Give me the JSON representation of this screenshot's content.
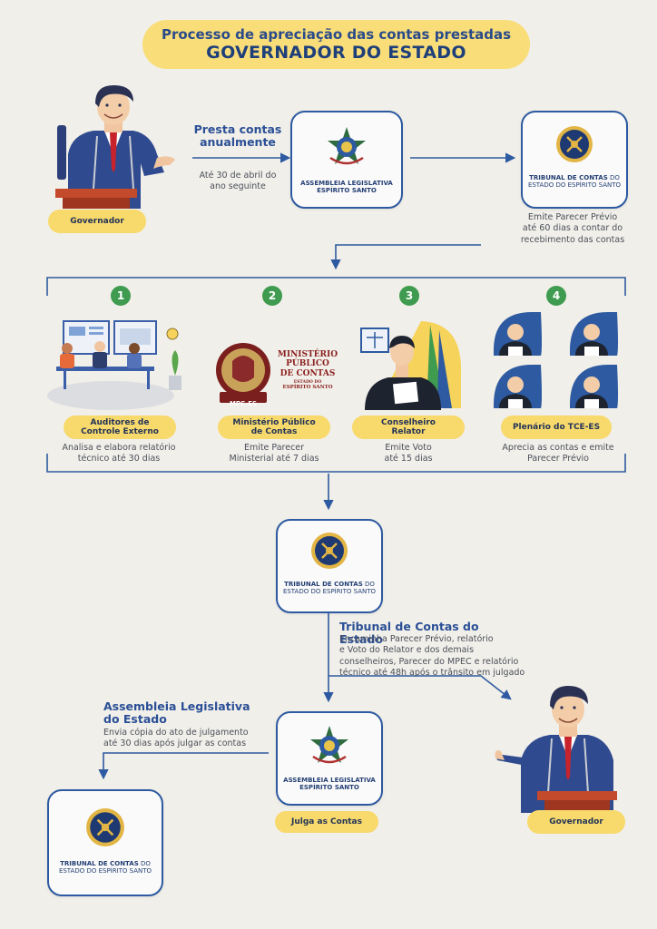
{
  "title": {
    "line1": "Processo de apreciação das contas prestadas",
    "line2": "GOVERNADOR DO ESTADO"
  },
  "governador_top": {
    "label": "Governador"
  },
  "step_presta": {
    "heading_line1": "Presta contas",
    "heading_line2": "anualmente",
    "desc_line1": "Até 30 de abril do",
    "desc_line2": "ano seguinte"
  },
  "assembleia_card": {
    "line1": "ASSEMBLEIA LEGISLATIVA",
    "line2": "ESPÍRITO SANTO"
  },
  "tribunal_card": {
    "line1_bold": "TRIBUNAL DE CONTAS",
    "line1_rest": " DO",
    "line2": "ESTADO DO ESPÍRITO SANTO"
  },
  "step_emite": {
    "line1": "Emite Parecer Prévio",
    "line2": "até 60 dias a contar do",
    "line3": "recebimento das contas"
  },
  "stages": [
    {
      "number": "1",
      "label_line1": "Auditores de",
      "label_line2": "Controle Externo",
      "desc_line1": "Analisa e elabora relatório",
      "desc_line2": "técnico  até 30 dias"
    },
    {
      "number": "2",
      "label_line1": "Ministério Público",
      "label_line2": "de Contas",
      "desc_line1": "Emite Parecer",
      "desc_line2": "Ministerial até 7 dias"
    },
    {
      "number": "3",
      "label_line1": "Conselheiro",
      "label_line2": "Relator",
      "desc_line1": "Emite Voto",
      "desc_line2": "até 15 dias"
    },
    {
      "number": "4",
      "label_line1": "Plenário do TCE-ES",
      "label_line2": "",
      "desc_line1": "Aprecia as contas e emite",
      "desc_line2": "Parecer Prévio"
    }
  ],
  "mpc_logo": {
    "line1": "MINISTÉRIO",
    "line2": "PÚBLICO",
    "line3": "DE CONTAS",
    "line4": "ESTADO DO",
    "line5": "ESPÍRITO SANTO",
    "badge": "MPC-ES"
  },
  "step_encaminha": {
    "heading": "Tribunal de Contas do Estado",
    "line1": "Encaminha Parecer Prévio, relatório",
    "line2": "e Voto do Relator e dos demais",
    "line3": "conselheiros, Parecer do MPEC e relatório",
    "line4": "técnico até 48h após o trânsito em julgado"
  },
  "step_envia": {
    "heading_line1": "Assembleia Legislativa",
    "heading_line2": "do Estado",
    "line1": "Envia cópia do ato de julgamento",
    "line2": "até 30 dias após julgar as contas"
  },
  "julga": {
    "label": "Julga as Contas"
  },
  "governador_bottom": {
    "label": "Governador"
  },
  "colors": {
    "navy": "#2d5aa0",
    "yellow": "#f7d96c",
    "green": "#3f9b4f",
    "background": "#f1efe9"
  }
}
